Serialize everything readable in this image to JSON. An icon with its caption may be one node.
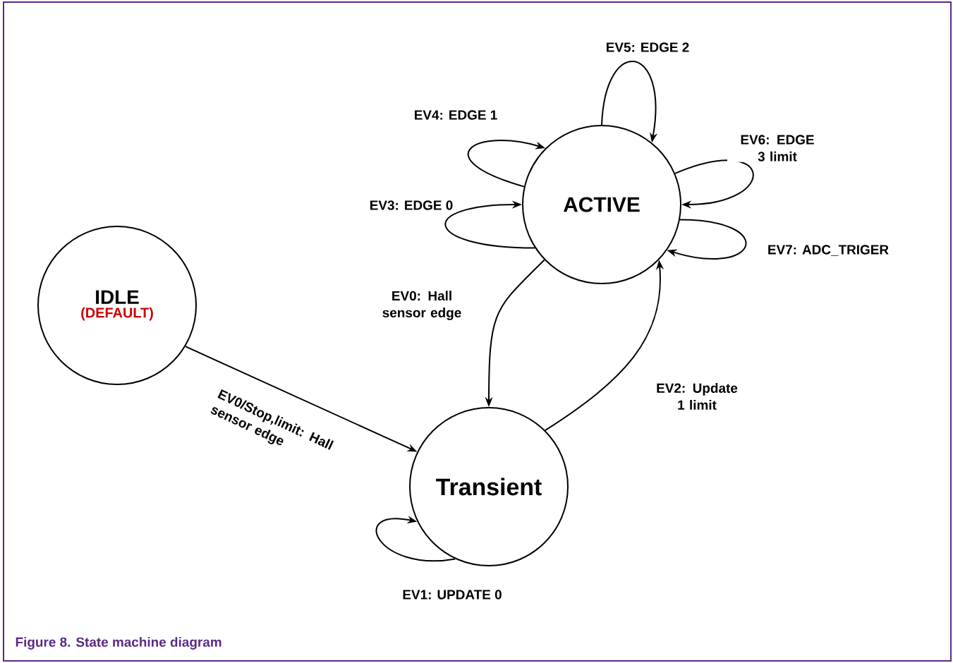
{
  "diagram": {
    "caption": "Figure 8.  State machine diagram",
    "nodes": [
      {
        "text": [
          "IDLE",
          "(DEFAULT)"
        ]
      },
      {
        "text": [
          "ACTIVE"
        ]
      },
      {
        "text": [
          "Transient"
        ]
      }
    ],
    "edges": [
      {
        "from": 0,
        "to": 2,
        "arrow": "to",
        "label": "EV0/Stop,limit: Hall sensor edge"
      },
      {
        "from": 1,
        "to": 2,
        "arrow": "to",
        "label": "EV0: Hall sensor edge"
      },
      {
        "from": 2,
        "to": 2,
        "arrow": "to",
        "label": "EV1: UPDATE 0"
      },
      {
        "from": 2,
        "to": 1,
        "arrow": "to",
        "label": "EV2: Update 1 limit"
      },
      {
        "from": 1,
        "to": 1,
        "arrow": "to",
        "label": "EV3: EDGE 0"
      },
      {
        "from": 1,
        "to": 1,
        "arrow": "to",
        "label": "EV4: EDGE 1"
      },
      {
        "from": 1,
        "to": 1,
        "arrow": "to",
        "label": "EV5: EDGE 2"
      },
      {
        "from": 1,
        "to": 1,
        "arrow": "to",
        "label": "EV6: EDGE 3 limit"
      },
      {
        "from": 1,
        "to": 1,
        "arrow": "to",
        "label": "EV7: ADC_TRIGER"
      }
    ]
  }
}
